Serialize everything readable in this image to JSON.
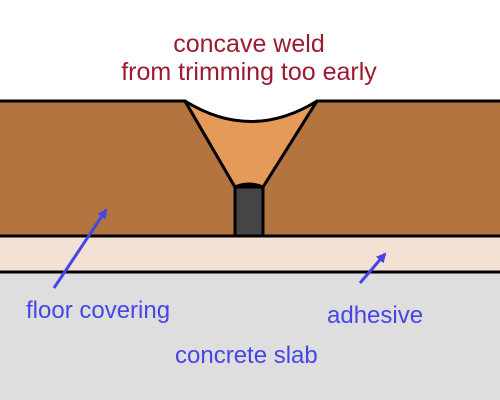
{
  "title": {
    "line1": "concave weld",
    "line2": "from trimming too early"
  },
  "labels": {
    "floor_covering": "floor covering",
    "adhesive": "adhesive",
    "concrete_slab": "concrete slab"
  },
  "colors": {
    "title": "#9b1b30",
    "label": "#4646e6",
    "floor_covering": "#b37440",
    "weld": "#e59a57",
    "weld_gap": "#454545",
    "adhesive": "#f3e1d3",
    "concrete": "#dedede",
    "outline": "#000000"
  }
}
